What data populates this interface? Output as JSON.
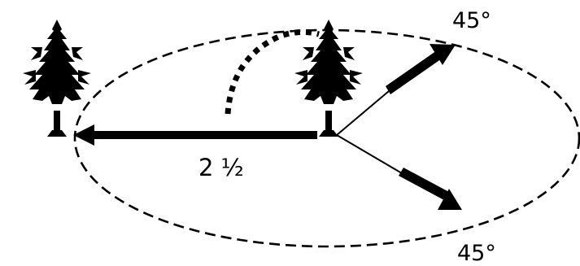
{
  "labels": {
    "distance": "2 ½",
    "angle_top": "45°",
    "angle_bottom": "45°"
  },
  "icons": {
    "left_tree": "tree-icon",
    "center_tree": "tree-icon"
  },
  "colors": {
    "ink": "#000000",
    "background": "#ffffff"
  }
}
